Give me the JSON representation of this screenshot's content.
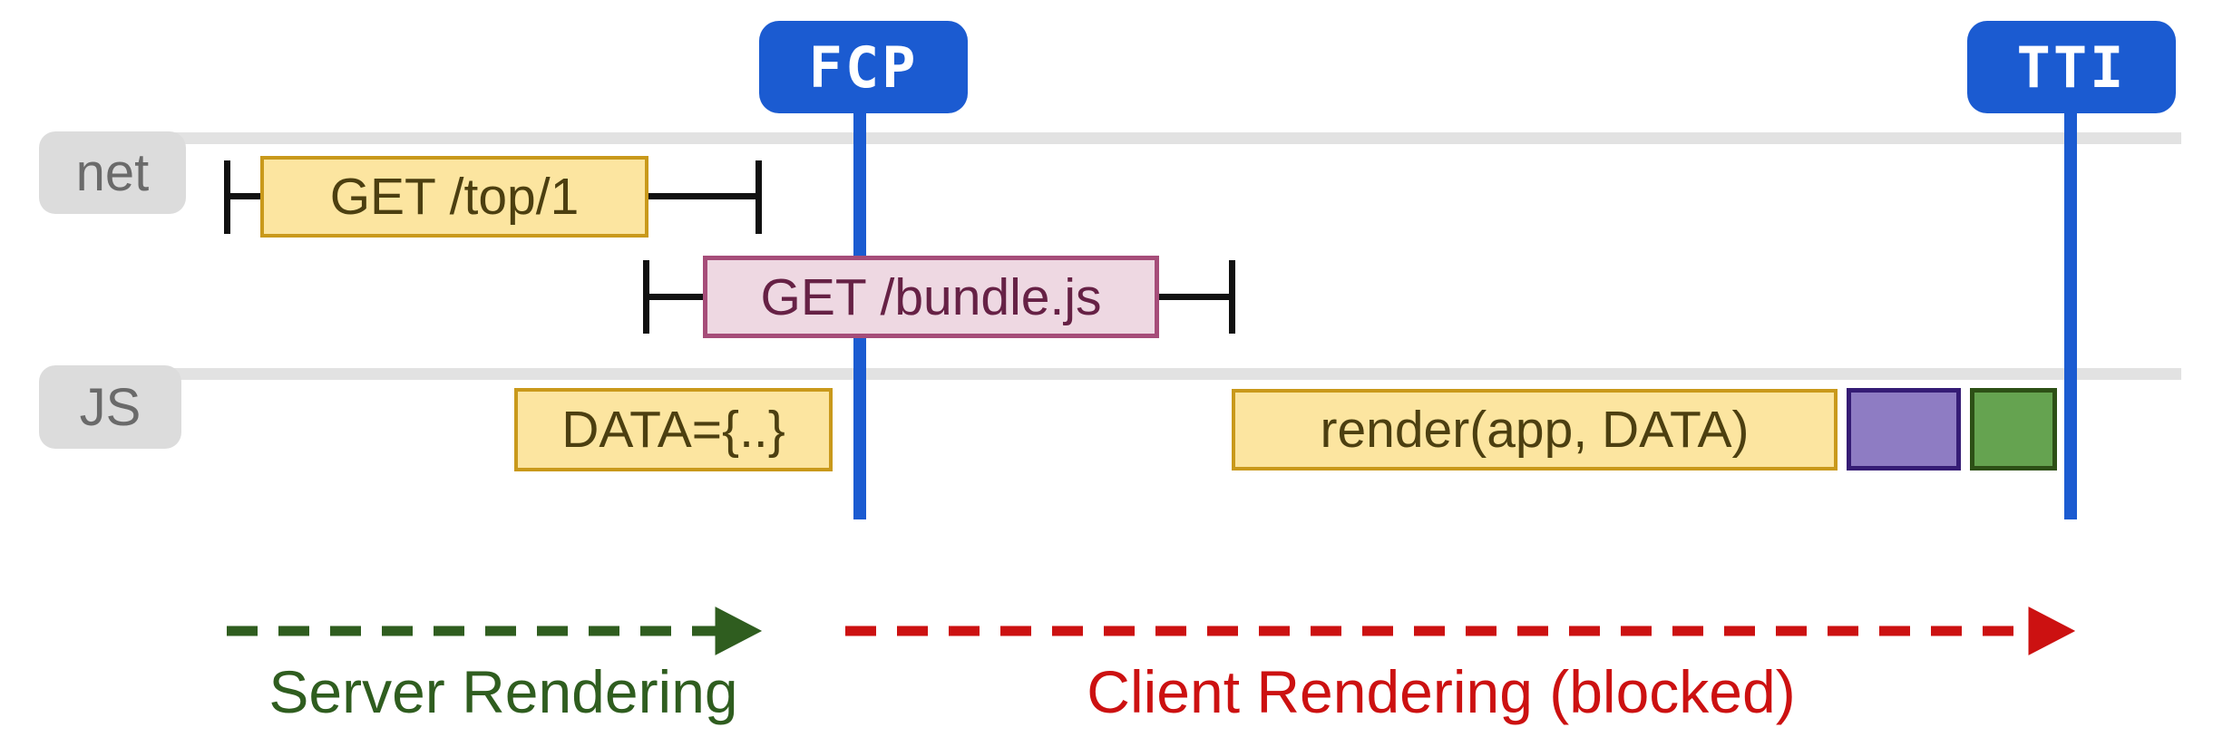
{
  "colors": {
    "blue": "#1b5bd1",
    "lane_bar": "#e2e2e2",
    "label_bg": "#dcdcdc",
    "label_text": "#6a6a6a",
    "tick": "#111111",
    "yellow_fill": "#fce5a0",
    "yellow_border": "#c9991b",
    "yellow_text": "#4c3f10",
    "pink_fill": "#eed8e2",
    "pink_border": "#a64d79",
    "pink_text": "#662145",
    "purple_fill": "#8e7cc3",
    "purple_border": "#351c75",
    "green_fill": "#65a350",
    "green_border": "#2d5016",
    "server_green": "#2f5d1f",
    "client_red": "#cc1111"
  },
  "markers": [
    {
      "id": "fcp",
      "label": "FCP"
    },
    {
      "id": "tti",
      "label": "TTI"
    }
  ],
  "lanes": [
    {
      "id": "net",
      "label": "net"
    },
    {
      "id": "js",
      "label": "JS"
    }
  ],
  "events": {
    "net_request_1": "GET /top/1",
    "net_request_2": "GET /bundle.js",
    "js_task_1": "DATA={..}",
    "js_task_2": "render(app, DATA)"
  },
  "phases": [
    {
      "id": "server",
      "label": "Server Rendering"
    },
    {
      "id": "client",
      "label": "Client Rendering (blocked)"
    }
  ]
}
